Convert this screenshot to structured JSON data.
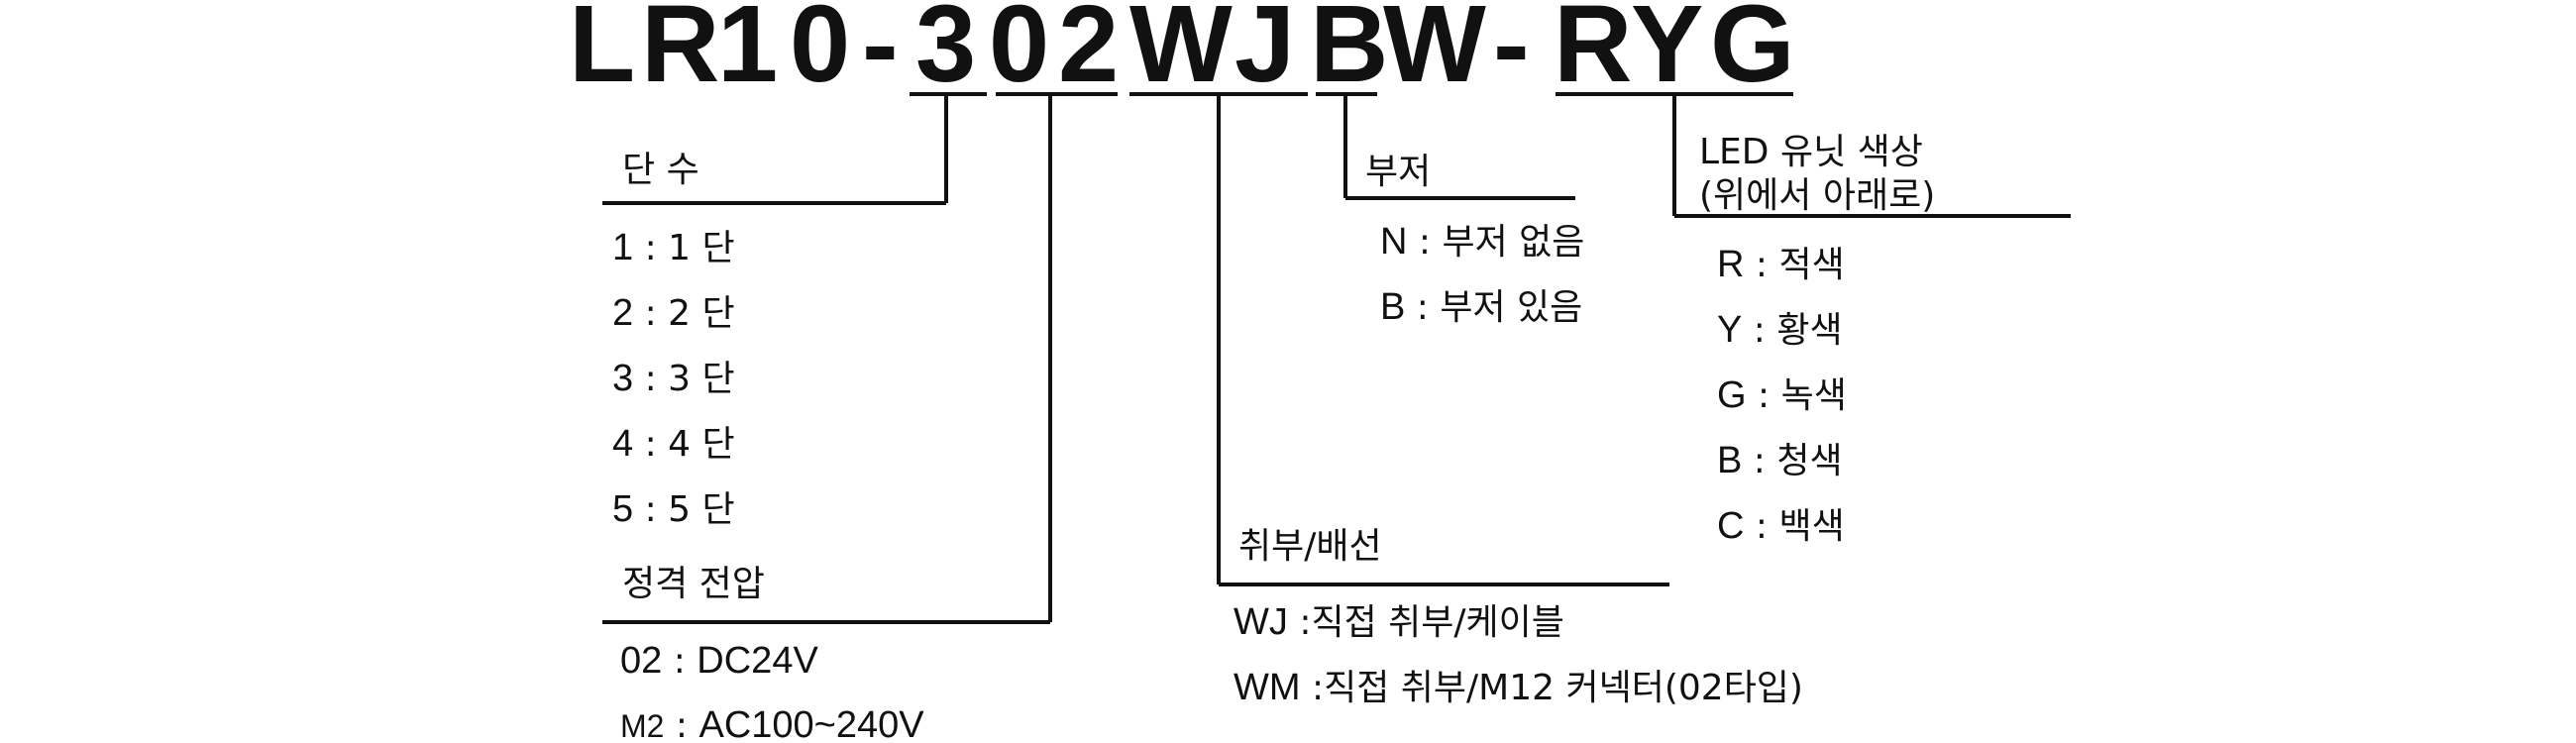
{
  "model_code": {
    "chars": [
      "L",
      "R",
      "1",
      "0",
      "-",
      "3",
      "0",
      "2",
      "W",
      "J",
      "B",
      "W",
      "-",
      "R",
      "Y",
      "G"
    ]
  },
  "sections": {
    "stages": {
      "title": "단 수",
      "options": [
        {
          "key": "1",
          "sep": " : ",
          "value": "1 단"
        },
        {
          "key": "2",
          "sep": " : ",
          "value": "2 단"
        },
        {
          "key": "3",
          "sep": " : ",
          "value": "3 단"
        },
        {
          "key": "4",
          "sep": " : ",
          "value": "4 단"
        },
        {
          "key": "5",
          "sep": " : ",
          "value": "5 단"
        }
      ]
    },
    "voltage": {
      "title": "정격 전압",
      "options": [
        {
          "key": "02",
          "sep": " : ",
          "value": "DC24V"
        },
        {
          "key": "M2",
          "sep": " : ",
          "value": "AC100~240V"
        }
      ]
    },
    "mounting": {
      "title": "취부/배선",
      "options": [
        {
          "key": "WJ",
          "sep": " :",
          "value": "직접 취부/케이블"
        },
        {
          "key": "WM",
          "sep": " :",
          "value": "직접 취부/M12 커넥터(02타입)"
        }
      ]
    },
    "buzzer": {
      "title": "부저",
      "options": [
        {
          "key": "N",
          "sep": " : ",
          "value": "부저 없음"
        },
        {
          "key": "B",
          "sep": " : ",
          "value": "부저 있음"
        }
      ]
    },
    "led_color": {
      "title_line1": "LED 유닛 색상",
      "title_line2": "(위에서 아래로)",
      "options": [
        {
          "key": "R",
          "sep": " : ",
          "value": "적색"
        },
        {
          "key": "Y",
          "sep": " : ",
          "value": "황색"
        },
        {
          "key": "G",
          "sep": " : ",
          "value": "녹색"
        },
        {
          "key": "B",
          "sep": " : ",
          "value": "청색"
        },
        {
          "key": "C",
          "sep": " : ",
          "value": "백색"
        }
      ]
    }
  }
}
